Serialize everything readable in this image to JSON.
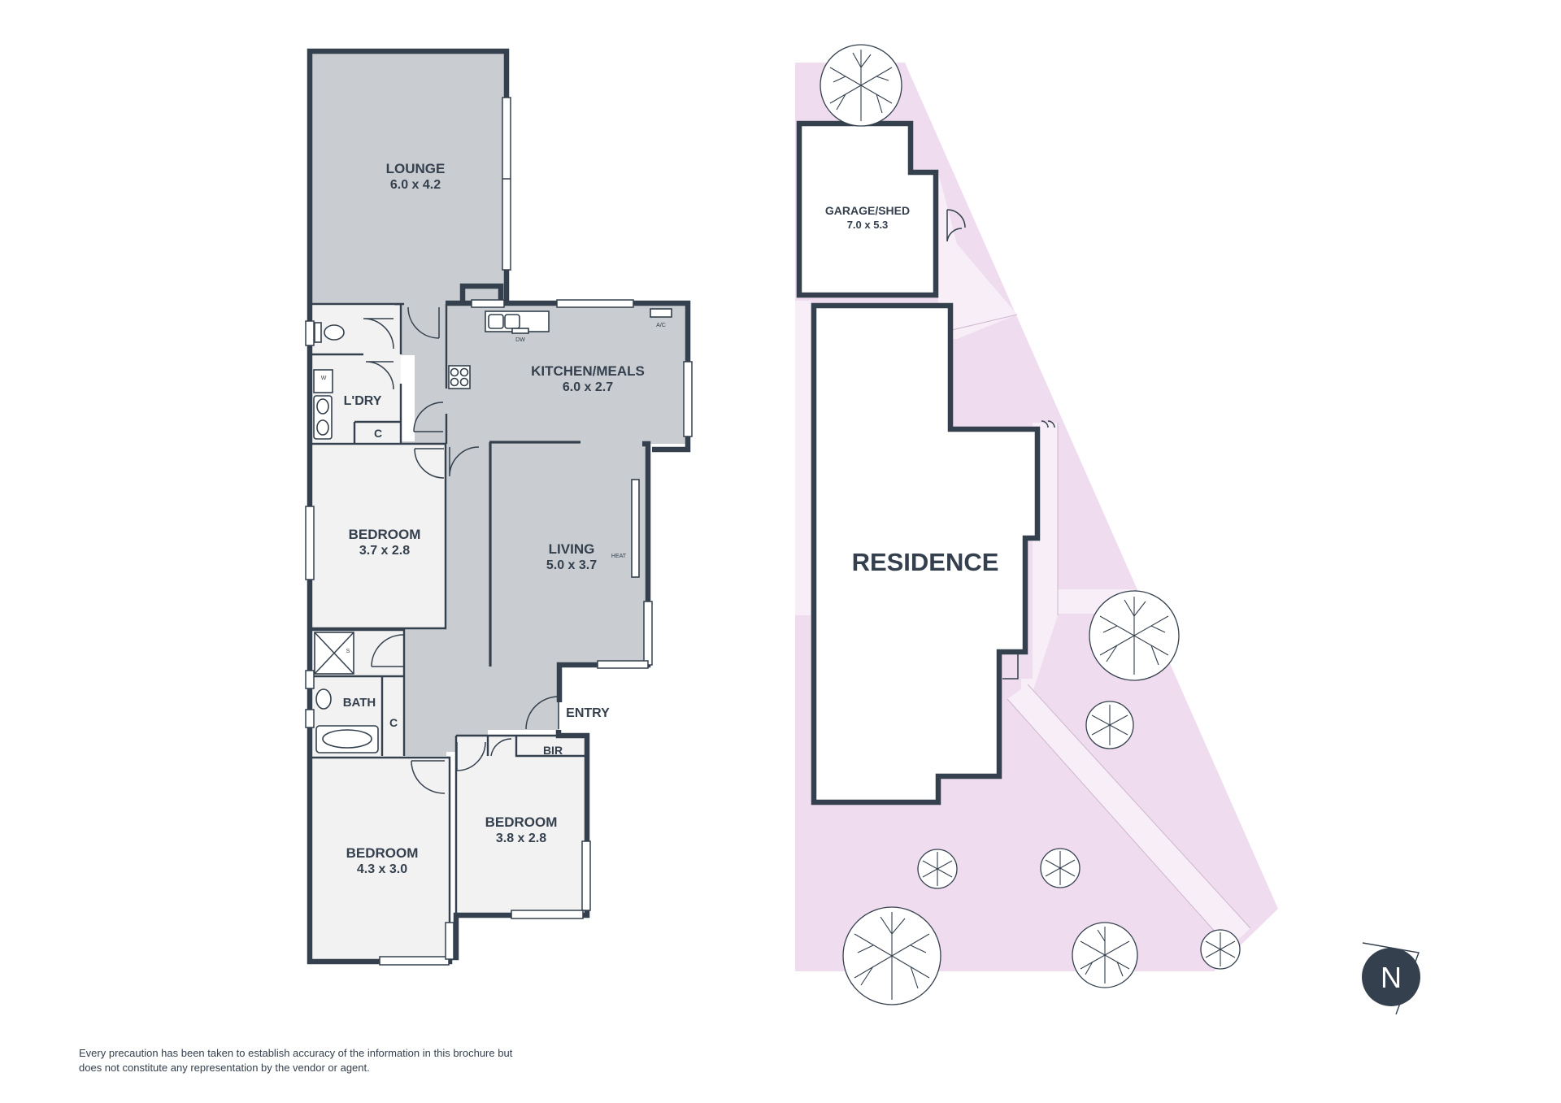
{
  "floorplan": {
    "rooms": {
      "lounge": {
        "name": "LOUNGE",
        "size": "6.0 x 4.2"
      },
      "kitchen": {
        "name": "KITCHEN/MEALS",
        "size": "6.0 x 2.7"
      },
      "laundry": {
        "name": "L'DRY"
      },
      "bedroom1": {
        "name": "BEDROOM",
        "size": "3.7 x 2.8"
      },
      "living": {
        "name": "LIVING",
        "size": "5.0 x 3.7"
      },
      "bath": {
        "name": "BATH"
      },
      "bedroom2": {
        "name": "BEDROOM",
        "size": "4.3 x 3.0"
      },
      "bedroom3": {
        "name": "BEDROOM",
        "size": "3.8 x 2.8"
      },
      "entry": {
        "name": "ENTRY"
      },
      "bir": {
        "name": "BIR"
      },
      "cupboard_laundry": {
        "name": "C"
      },
      "cupboard_bath": {
        "name": "C"
      }
    },
    "fixtures": {
      "dishwasher": "DW",
      "aircon": "A/C",
      "heater": "HEAT",
      "washer": "W",
      "shower": "S"
    }
  },
  "siteplan": {
    "garage": {
      "name": "GARAGE/SHED",
      "size": "7.0 x 5.3"
    },
    "residence": {
      "name": "RESIDENCE"
    }
  },
  "compass": {
    "label": "N"
  },
  "disclaimer": "Every precaution has been taken to establish accuracy of the information in this brochure but does not constitute any representation by the vendor or agent.",
  "colors": {
    "wall": "#34404d",
    "living_fill": "#c9ccd0",
    "room_fill": "#f2f2f3",
    "site_fill": "#efdcef",
    "path_fill": "#f7eef7"
  }
}
